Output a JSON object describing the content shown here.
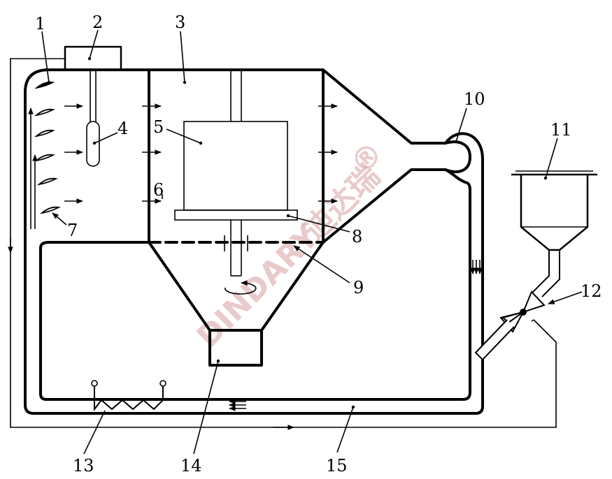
{
  "diagram": {
    "labels": [
      "1",
      "2",
      "3",
      "4",
      "5",
      "6",
      "7",
      "8",
      "9",
      "10",
      "11",
      "12",
      "13",
      "14",
      "15"
    ],
    "watermark": "DINDARY",
    "watermark_cn": "迪达瑞",
    "watermark_mark": "®",
    "colors": {
      "line": "#000000",
      "watermark": "#d8a0a0",
      "background": "#ffffff"
    }
  }
}
